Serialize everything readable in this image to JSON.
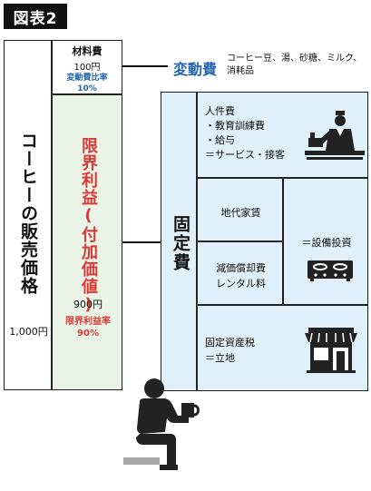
{
  "figure": {
    "label": "図表2"
  },
  "price": {
    "label": "コーヒーの販売価格",
    "value": "1,000円"
  },
  "material": {
    "title": "材料費",
    "price": "100円",
    "rate_label": "変動費比率",
    "rate_value": "10%"
  },
  "margin": {
    "label": "限界利益(付加価値)",
    "price": "900円",
    "rate_label": "限界利益率",
    "rate_value": "90%"
  },
  "variable": {
    "title": "変動費",
    "desc": "コーヒー豆、湯、砂糖、ミルク、消耗品"
  },
  "fixed": {
    "label": "固定費",
    "personnel": {
      "title": "人件費",
      "items": [
        "・教育訓練費",
        "・給与",
        "＝サービス・接客"
      ]
    },
    "land": "地代家賃",
    "depreciation": [
      "減価償却費",
      "レンタル料"
    ],
    "equipment": "＝設備投資",
    "tax": [
      "固定資産税",
      "＝立地"
    ]
  },
  "icons": [
    "barista-icon",
    "stove-icon",
    "shop-icon",
    "customer-with-cup-icon"
  ]
}
